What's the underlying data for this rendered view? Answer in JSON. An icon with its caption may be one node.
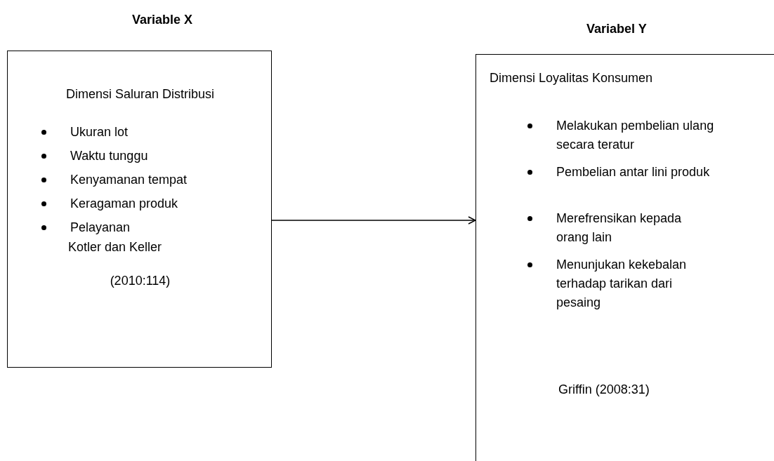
{
  "diagram": {
    "nodes": [
      {
        "text": [
          "Variable X",
          "Dimensi Saluran Distribusi",
          "Ukuran lot",
          "Waktu tunggu",
          "Kenyamanan tempat",
          "Keragaman produk",
          "Pelayanan",
          "Kotler dan Keller",
          "(2010:114)"
        ]
      },
      {
        "text": [
          "Variabel Y",
          "Dimensi Loyalitas Konsumen",
          "Melakukan pembelian ulang secara teratur",
          "Pembelian antar lini produk",
          "Merefrensikan kepada orang lain",
          "Menunjukan kekebalan terhadap tarikan dari pesaing",
          "Griffin (2008:31)"
        ]
      }
    ],
    "edges": [
      {
        "from": 0,
        "to": 1,
        "arrow": "to"
      }
    ]
  }
}
